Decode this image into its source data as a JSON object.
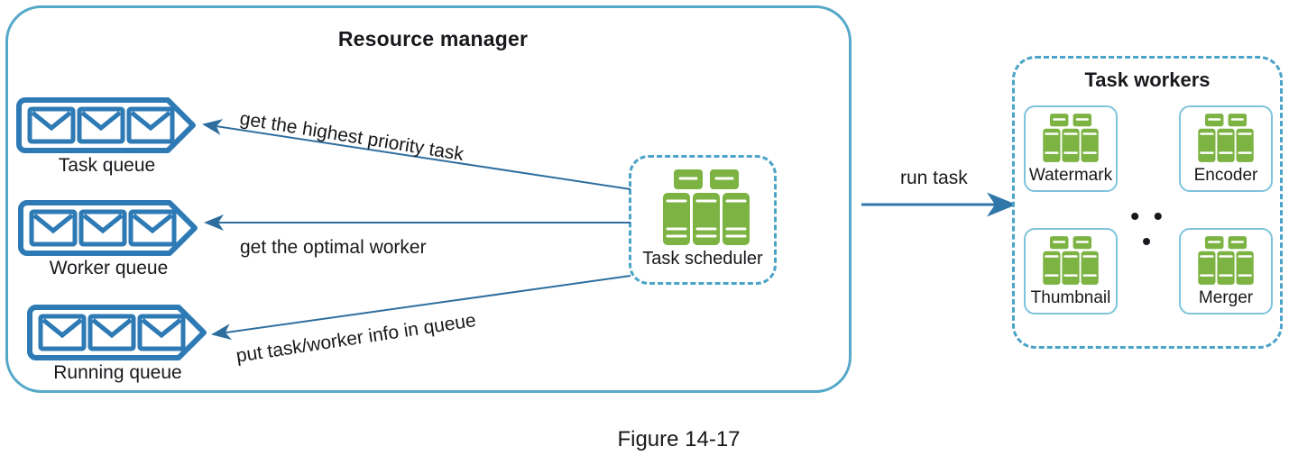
{
  "figure": {
    "caption": "Figure 14-17"
  },
  "resource_manager": {
    "title": "Resource manager",
    "border_color": "#55a8c8",
    "queues": [
      {
        "id": "task-queue",
        "label": "Task queue",
        "item_icon": "envelope-icon",
        "item_count": 3
      },
      {
        "id": "worker-queue",
        "label": "Worker queue",
        "item_icon": "envelope-icon",
        "item_count": 3
      },
      {
        "id": "running-queue",
        "label": "Running queue",
        "item_icon": "envelope-icon",
        "item_count": 3
      }
    ],
    "scheduler": {
      "label": "Task scheduler",
      "icon": "server-rack-icon",
      "icon_color": "#7cb342",
      "border_style": "dashed",
      "border_color": "#4ba3c7"
    }
  },
  "arrows": [
    {
      "id": "get-highest-priority-task",
      "label": "get the highest priority task",
      "from": "scheduler",
      "to": "task-queue",
      "color": "#2e6e9e"
    },
    {
      "id": "get-optimal-worker",
      "label": "get the optimal worker",
      "from": "scheduler",
      "to": "worker-queue",
      "color": "#2e6e9e"
    },
    {
      "id": "put-task-worker-info",
      "label": "put task/worker info in queue",
      "from": "scheduler",
      "to": "running-queue",
      "color": "#2e6e9e"
    },
    {
      "id": "run-task",
      "label": "run task",
      "from": "resource-manager",
      "to": "task-workers",
      "color": "#2e77a8"
    }
  ],
  "task_workers": {
    "title": "Task workers",
    "border_style": "dashed",
    "border_color": "#4ba3c7",
    "ellipsis": "• • •",
    "workers": [
      {
        "id": "watermark",
        "label": "Watermark",
        "icon": "server-rack-icon"
      },
      {
        "id": "encoder",
        "label": "Encoder",
        "icon": "server-rack-icon"
      },
      {
        "id": "thumbnail",
        "label": "Thumbnail",
        "icon": "server-rack-icon"
      },
      {
        "id": "merger",
        "label": "Merger",
        "icon": "server-rack-icon"
      }
    ]
  },
  "colors": {
    "accent_blue": "#4ba3c7",
    "queue_blue": "#2e7ab5",
    "server_green": "#7cb342",
    "arrow_blue": "#2e6e9e",
    "text": "#17191c"
  }
}
